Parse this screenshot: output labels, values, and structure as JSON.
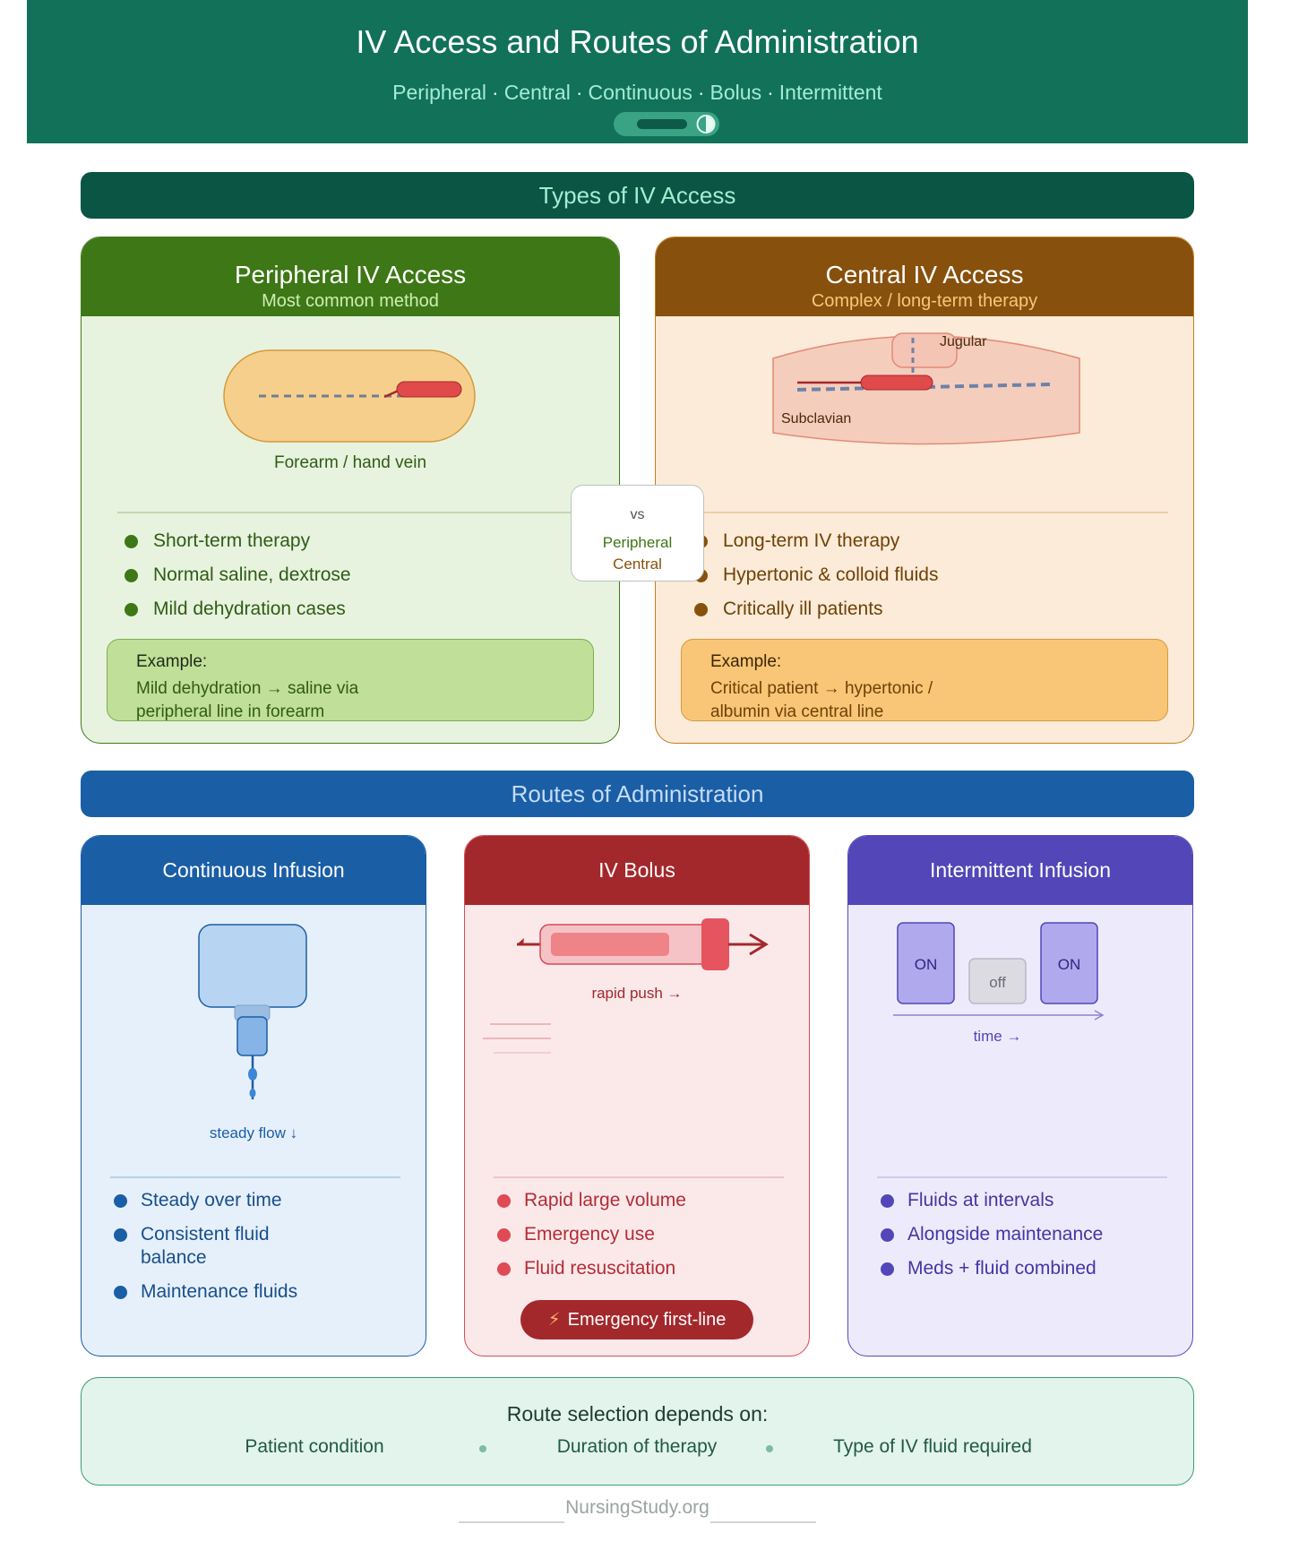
{
  "header": {
    "title": "IV Access and Routes of Administration",
    "subtitle_items": [
      "Peripheral",
      "Central",
      "Continuous",
      "Bolus",
      "Intermittent"
    ],
    "subtitle_separator": "·"
  },
  "sections": {
    "types_title": "Types of IV Access",
    "routes_title": "Routes of Administration"
  },
  "peripheral": {
    "title": "Peripheral IV Access",
    "subtitle": "Most common method",
    "diagram_caption": "Forearm / hand vein",
    "bullets": [
      "Short-term therapy",
      "Normal saline, dextrose",
      "Mild dehydration cases"
    ],
    "example_label": "Example:",
    "example_text": "Mild dehydration → saline via peripheral line in forearm"
  },
  "central": {
    "title": "Central IV Access",
    "subtitle": "Complex / long-term therapy",
    "label_jugular": "Jugular",
    "label_subclavian": "Subclavian",
    "bullets": [
      "Long-term IV therapy",
      "Hypertonic & colloid fluids",
      "Critically ill patients"
    ],
    "example_label": "Example:",
    "example_text": "Critical patient → hypertonic / albumin via central line"
  },
  "comparison": {
    "vs": "vs",
    "left": "Peripheral",
    "right": "Central"
  },
  "continuous": {
    "title": "Continuous Infusion",
    "diagram_caption": "steady flow ↓",
    "bullets": [
      "Steady over time",
      "Consistent fluid balance",
      "Maintenance fluids"
    ]
  },
  "bolus": {
    "title": "IV Bolus",
    "diagram_caption": "rapid push →",
    "bullets": [
      "Rapid large volume",
      "Emergency use",
      "Fluid resuscitation"
    ],
    "badge_text": "Emergency first-line"
  },
  "intermittent": {
    "title": "Intermittent Infusion",
    "blocks": [
      "ON",
      "off",
      "ON"
    ],
    "axis_label": "time →",
    "bullets": [
      "Fluids at intervals",
      "Alongside maintenance",
      "Meds + fluid combined"
    ]
  },
  "summary": {
    "title": "Route selection depends on:",
    "factors": [
      "Patient condition",
      "Duration of therapy",
      "Type of IV fluid required"
    ]
  },
  "brand": "NursingStudy.org",
  "colors": {
    "header": "#117159",
    "peripheral": "#3d7716",
    "central": "#87500c",
    "continuous": "#1a5ea6",
    "bolus": "#a3282c",
    "intermittent": "#5346b8"
  },
  "icons": {
    "header": "iv-catheter-pill-icon",
    "badge": "lightning-icon"
  }
}
